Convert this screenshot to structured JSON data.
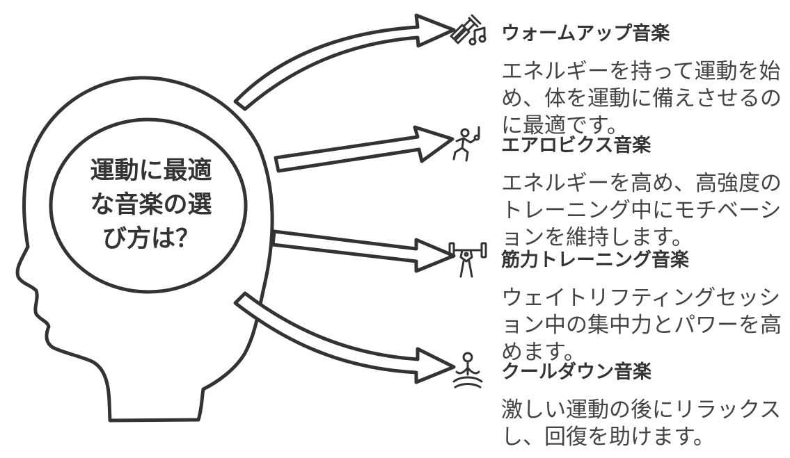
{
  "center": {
    "lines": [
      "運動に最適",
      "な音楽の選",
      "び方は？"
    ]
  },
  "items": [
    {
      "icon": "dumbbell-music-icon",
      "title": "ウォームアップ音楽",
      "desc": [
        "エネルギーを持って運動を始",
        "め、体を運動に備えさせるの",
        "に最適です。"
      ]
    },
    {
      "icon": "dancer-music-icon",
      "title": "エアロビクス音楽",
      "desc": [
        "エネルギーを高め、高強度の",
        "トレーニング中にモチベーシ",
        "ョンを維持します。"
      ]
    },
    {
      "icon": "weightlifter-icon",
      "title": "筋力トレーニング音楽",
      "desc": [
        "ウェイトリフティングセッシ",
        "ョン中の集中力とパワーを高",
        "めます。"
      ]
    },
    {
      "icon": "meditation-icon",
      "title": "クールダウン音楽",
      "desc": [
        "激しい運動の後にリラックス",
        "し、回復を助けます。"
      ]
    }
  ],
  "colors": {
    "stroke": "#333333",
    "text": "#333333",
    "background": "#ffffff"
  }
}
